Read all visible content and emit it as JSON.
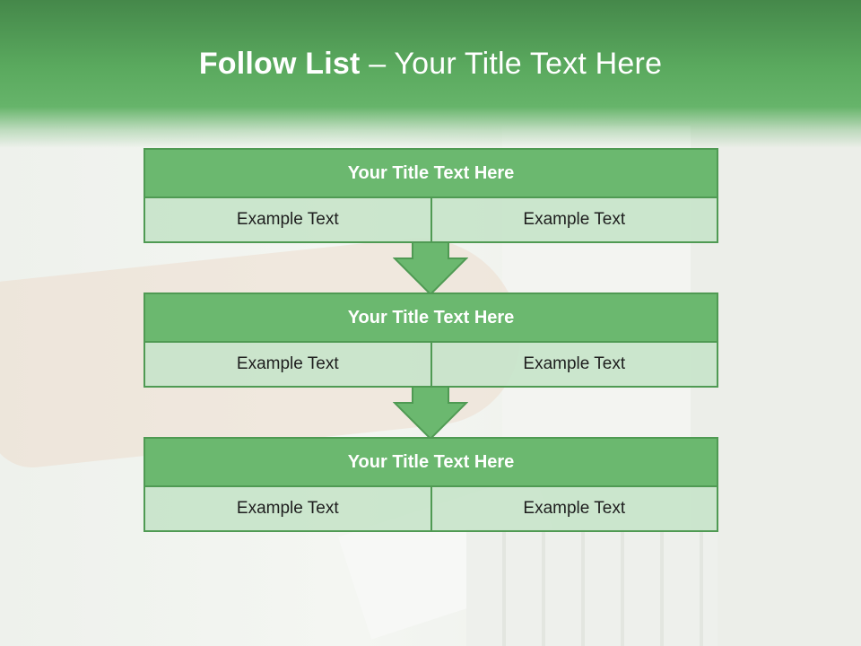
{
  "slide": {
    "title_bold": "Follow List",
    "title_rest": " – Your Title Text Here",
    "accent_color": "#6bb86f",
    "header_color": "#4f9a53",
    "blocks": [
      {
        "title": "Your Title Text Here",
        "left": "Example Text",
        "right": "Example Text"
      },
      {
        "title": "Your Title Text Here",
        "left": "Example Text",
        "right": "Example Text"
      },
      {
        "title": "Your Title Text Here",
        "left": "Example Text",
        "right": "Example Text"
      }
    ],
    "connector_icon": "down-arrow-icon"
  }
}
